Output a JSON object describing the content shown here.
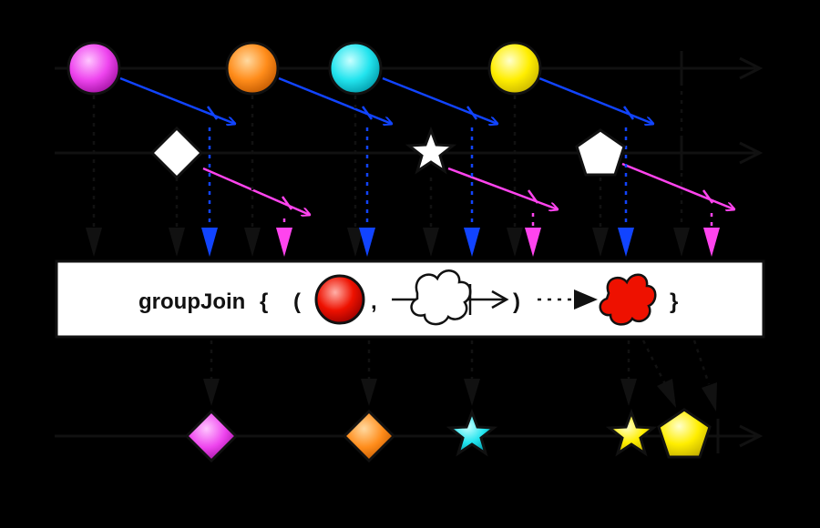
{
  "background": "#000000",
  "operator": {
    "name": "groupJoin",
    "open_brace": "{",
    "open_paren": "(",
    "comma": ",",
    "close_paren": ")",
    "close_brace": "}"
  },
  "colors": {
    "magenta": "#ee44ee",
    "orange": "#ff8c1a",
    "cyan": "#22e4ee",
    "yellow": "#ffee00",
    "red": "#ee1100",
    "blue": "#1144ff",
    "pink": "#ff44ee",
    "white": "#ffffff"
  },
  "timelines": {
    "left_source": [
      "magenta-circle",
      "orange-circle",
      "cyan-circle",
      "yellow-circle"
    ],
    "right_source": [
      "white-diamond",
      "white-star",
      "white-pentagon"
    ],
    "result": [
      "magenta-diamond",
      "orange-diamond",
      "cyan-star",
      "yellow-star",
      "yellow-pentagon"
    ]
  }
}
